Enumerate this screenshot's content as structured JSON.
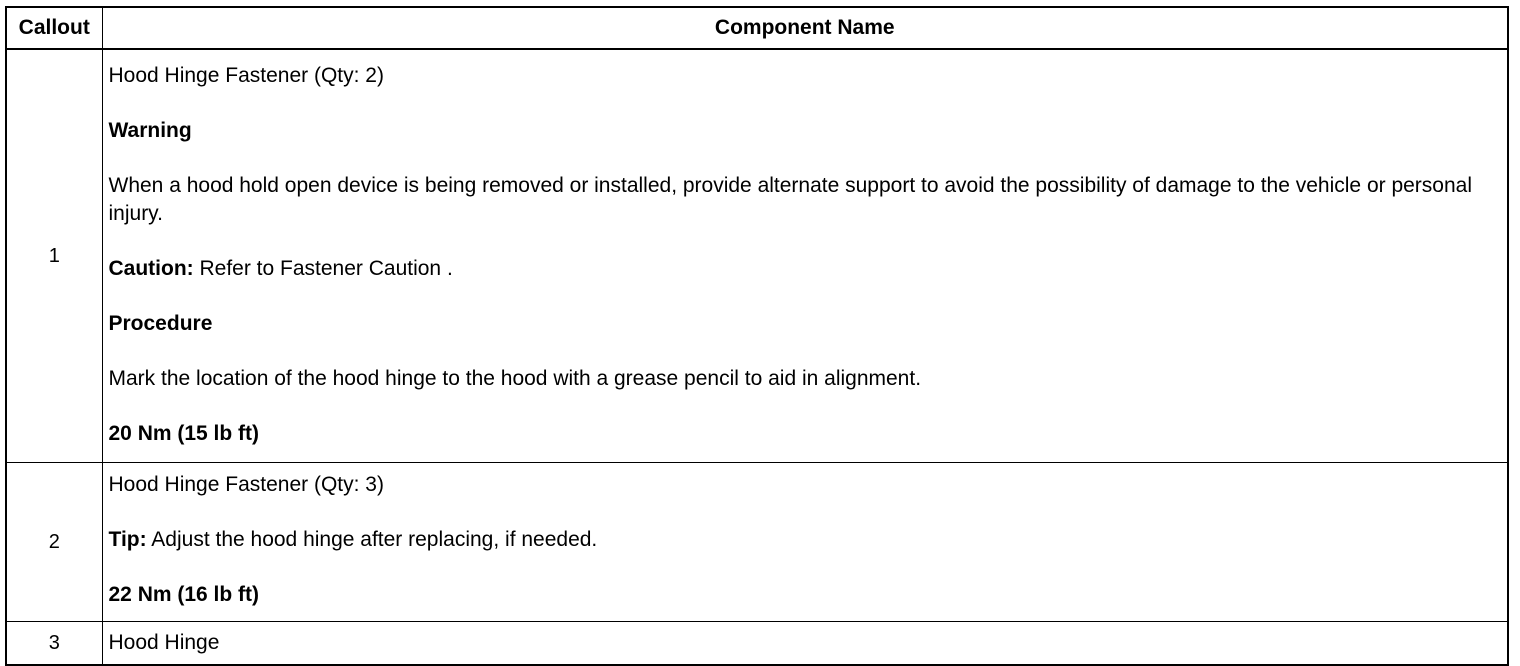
{
  "table": {
    "headers": {
      "callout": "Callout",
      "component": "Component Name"
    },
    "rows": [
      {
        "callout": "1",
        "name": "Hood Hinge Fastener (Qty: 2)",
        "warning_heading": "Warning",
        "warning_text": "When a hood hold open device is being removed or installed, provide alternate support to avoid the possibility of damage to the vehicle or personal injury.",
        "caution_label": "Caution:",
        "caution_text": " Refer to Fastener Caution .",
        "procedure_heading": "Procedure",
        "procedure_text": "Mark the location of the hood hinge to the hood with a grease pencil to aid in alignment.",
        "torque": "20 Nm (15 lb ft)"
      },
      {
        "callout": "2",
        "name": "Hood Hinge Fastener (Qty: 3)",
        "tip_label": "Tip:",
        "tip_text": " Adjust the hood hinge after replacing, if needed.",
        "torque": "22 Nm (16 lb ft)"
      },
      {
        "callout": "3",
        "name": "Hood Hinge"
      }
    ]
  }
}
